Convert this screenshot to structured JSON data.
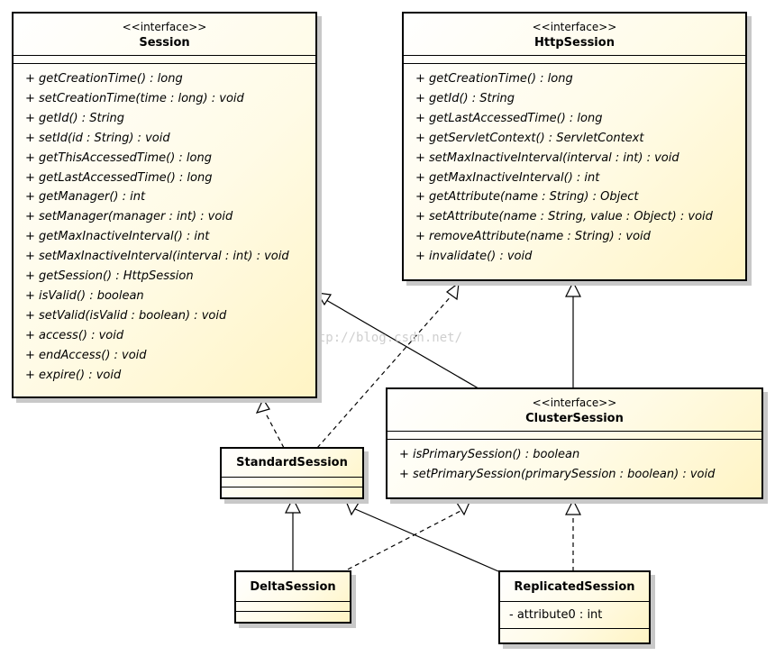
{
  "watermark": "http://blog.csdn.net/",
  "classes": {
    "session": {
      "stereotype": "<<interface>>",
      "name": "Session",
      "operations": [
        "+ getCreationTime() : long",
        "+ setCreationTime(time : long) : void",
        "+ getId() : String",
        "+ setId(id : String) : void",
        "+ getThisAccessedTime() : long",
        "+ getLastAccessedTime() : long",
        "+ getManager() : int",
        "+ setManager(manager : int) : void",
        "+ getMaxInactiveInterval() : int",
        "+ setMaxInactiveInterval(interval : int) : void",
        "+ getSession() : HttpSession",
        "+ isValid() : boolean",
        "+ setValid(isValid : boolean) : void",
        "+ access() : void",
        "+ endAccess() : void",
        "+ expire() : void"
      ]
    },
    "httpsession": {
      "stereotype": "<<interface>>",
      "name": "HttpSession",
      "operations": [
        "+ getCreationTime() : long",
        "+ getId() : String",
        "+ getLastAccessedTime() : long",
        "+ getServletContext() : ServletContext",
        "+ setMaxInactiveInterval(interval : int) : void",
        "+ getMaxInactiveInterval() : int",
        "+ getAttribute(name : String) : Object",
        "+ setAttribute(name : String, value : Object) : void",
        "+ removeAttribute(name : String) : void",
        "+ invalidate() : void"
      ]
    },
    "clustersession": {
      "stereotype": "<<interface>>",
      "name": "ClusterSession",
      "operations": [
        "+ isPrimarySession() : boolean",
        "+ setPrimarySession(primarySession : boolean) : void"
      ]
    },
    "standardsession": {
      "name": "StandardSession"
    },
    "deltasession": {
      "name": "DeltaSession"
    },
    "replicatedsession": {
      "name": "ReplicatedSession",
      "attributes": [
        "- attribute0 : int"
      ]
    }
  }
}
